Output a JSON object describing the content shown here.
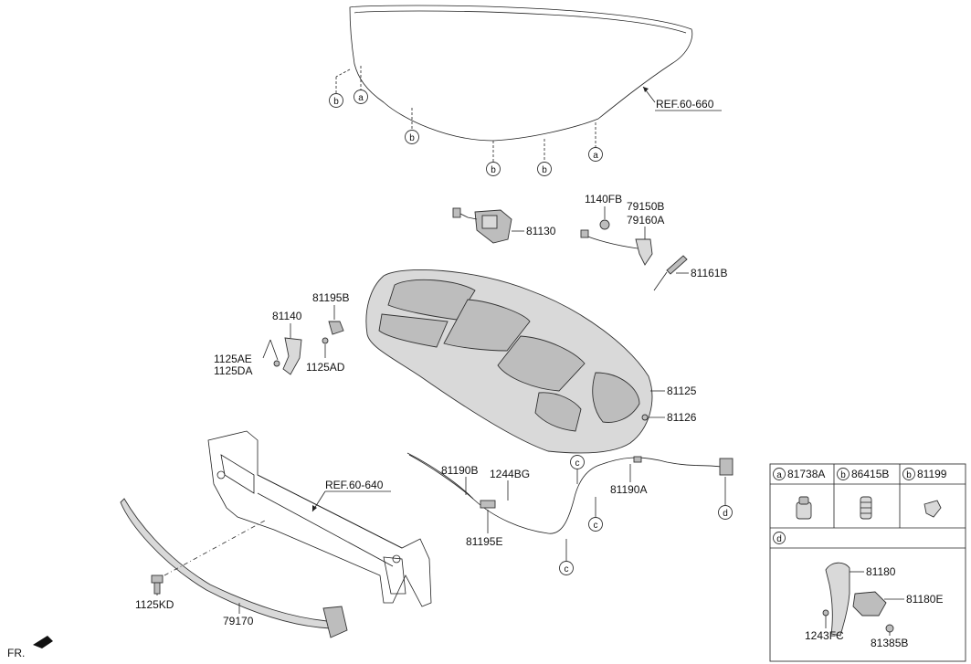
{
  "refs": {
    "hood": "REF.60-660",
    "bumper": "REF.60-640"
  },
  "front_marker": "FR.",
  "parts": {
    "p1140FB": "1140FB",
    "p79150B": "79150B",
    "p79160A": "79160A",
    "p81130": "81130",
    "p81161B": "81161B",
    "p81195B": "81195B",
    "p81140": "81140",
    "p1125AE": "1125AE",
    "p1125DA": "1125DA",
    "p1125AD": "1125AD",
    "p81125": "81125",
    "p81126": "81126",
    "p81190B": "81190B",
    "p1244BG": "1244BG",
    "p81190A": "81190A",
    "p81195E": "81195E",
    "p1125KD": "1125KD",
    "p79170": "79170",
    "p81180": "81180",
    "p81180E": "81180E",
    "p1243FC": "1243FC",
    "p81385B": "81385B"
  },
  "callouts": {
    "a": "a",
    "b": "b",
    "c": "c",
    "d": "d"
  },
  "legend": {
    "a_part": "81738A",
    "b1_part": "86415B",
    "b2_part": "81199"
  }
}
